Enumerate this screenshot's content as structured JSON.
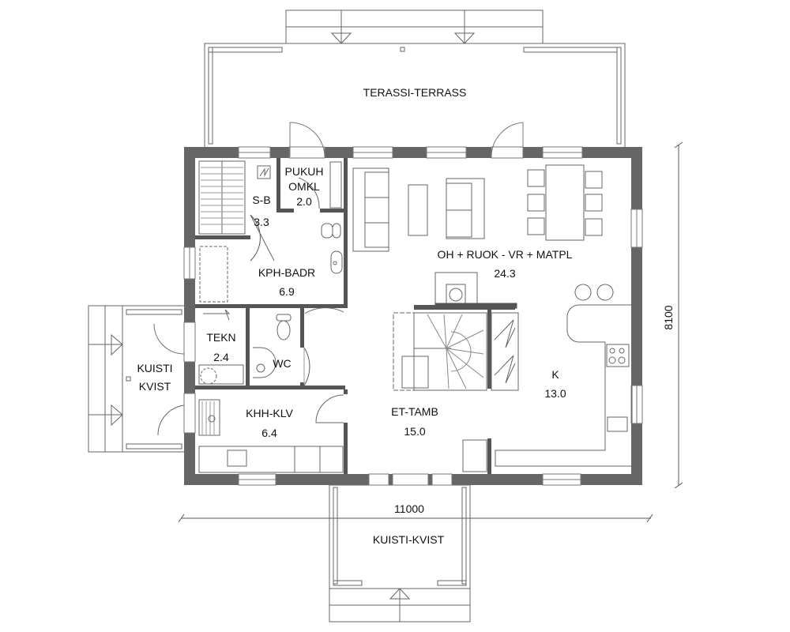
{
  "plan": {
    "exterior": {
      "terrace": "TERASSI-TERRASS",
      "porch_side": [
        "KUISTI",
        "KVIST"
      ],
      "porch_front": "KUISTI-KVIST"
    },
    "rooms": [
      {
        "id": "sb",
        "name": "S-B",
        "area": "3.3"
      },
      {
        "id": "pukuh",
        "name": [
          "PUKUH",
          "OMKL"
        ],
        "area": "2.0"
      },
      {
        "id": "kph",
        "name": "KPH-BADR",
        "area": "6.9"
      },
      {
        "id": "tekn",
        "name": "TEKN",
        "area": "2.4"
      },
      {
        "id": "wc",
        "name": "WC",
        "area": ""
      },
      {
        "id": "khh",
        "name": "KHH-KLV",
        "area": "6.4"
      },
      {
        "id": "living",
        "name": "OH + RUOK - VR + MATPL",
        "area": "24.3"
      },
      {
        "id": "et",
        "name": "ET-TAMB",
        "area": "15.0"
      },
      {
        "id": "k",
        "name": "K",
        "area": "13.0"
      }
    ],
    "dimensions": {
      "width": "11000",
      "depth": "8100"
    },
    "colors": {
      "wall": "#666666",
      "line": "#555555",
      "text": "#111111"
    }
  }
}
